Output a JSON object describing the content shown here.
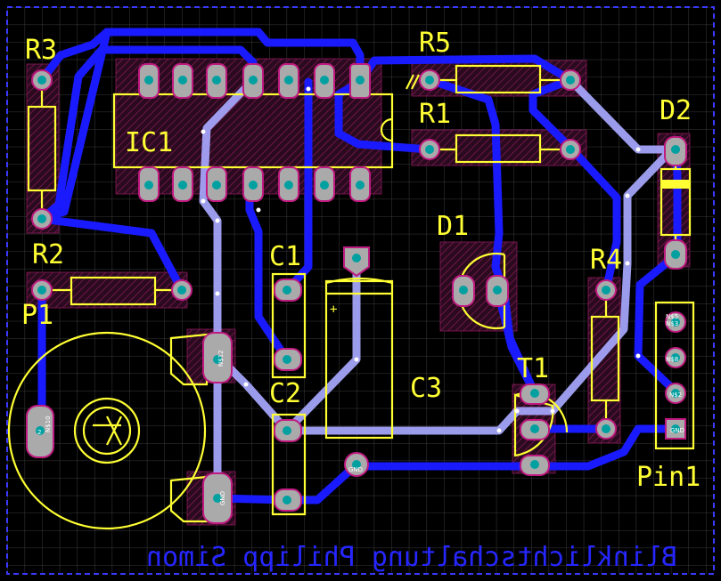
{
  "board": {
    "colors": {
      "background": "#000000",
      "grid": "#3a3a3a",
      "outline": "#3a3aff",
      "silkscreen": "#ffff33",
      "top_copper": "#1a1aff",
      "bottom_copper": "#a8a8ff",
      "pad": "#aaaaaa",
      "pad_hole": "#00a0a0",
      "courtyard": "#8a1a5a"
    },
    "labels": {
      "r3": "R3",
      "r5": "R5",
      "r1": "R1",
      "r2": "R2",
      "r4": "R4",
      "ic1": "IC1",
      "d1": "D1",
      "d2": "D2",
      "c1": "C1",
      "c2": "C2",
      "c3": "C3",
      "t1": "T1",
      "p1": "P1",
      "pin1": "Pin1",
      "bottom_text": "Blinklichtschaltung Philipp Simon",
      "c3_plus": "+",
      "net_gnd_c3": "GND",
      "net_gnd_p1": "GND",
      "net_p1_wiper": "2",
      "net_p1_a": "N$10",
      "net_p1_b": "N$12",
      "net_pin1_1": "GND",
      "net_pin1_2": "N$2",
      "net_pin1_3": "N$8",
      "net_pin1_4": "N$3",
      "net_pin1_4b": "N$5"
    }
  }
}
